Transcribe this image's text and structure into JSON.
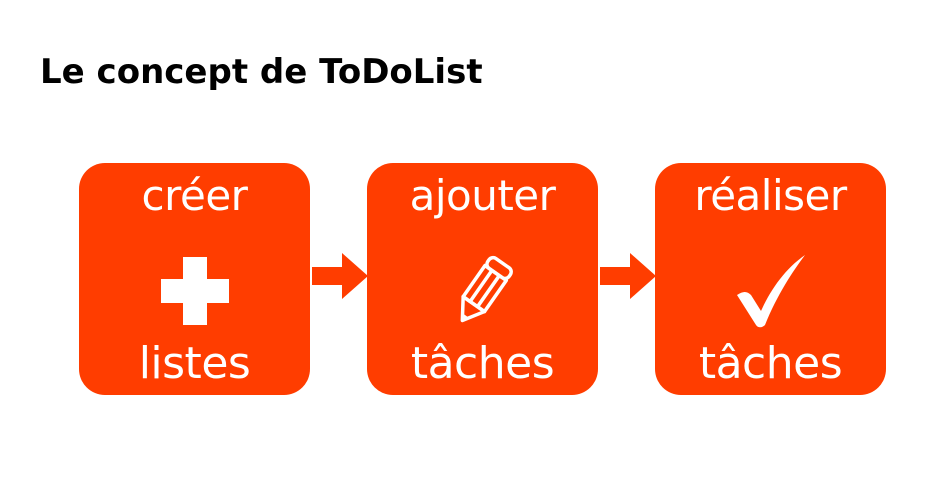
{
  "title": "Le concept de ToDoList",
  "colors": {
    "accent": "#FF3D00",
    "text_on_accent": "#FFFFFF",
    "title": "#000000"
  },
  "steps": [
    {
      "verb": "créer",
      "icon": "plus-icon",
      "object": "listes"
    },
    {
      "verb": "ajouter",
      "icon": "pencil-icon",
      "object": "tâches"
    },
    {
      "verb": "réaliser",
      "icon": "checkmark-icon",
      "object": "tâches"
    }
  ],
  "connectors": [
    "arrow-right-icon",
    "arrow-right-icon"
  ]
}
